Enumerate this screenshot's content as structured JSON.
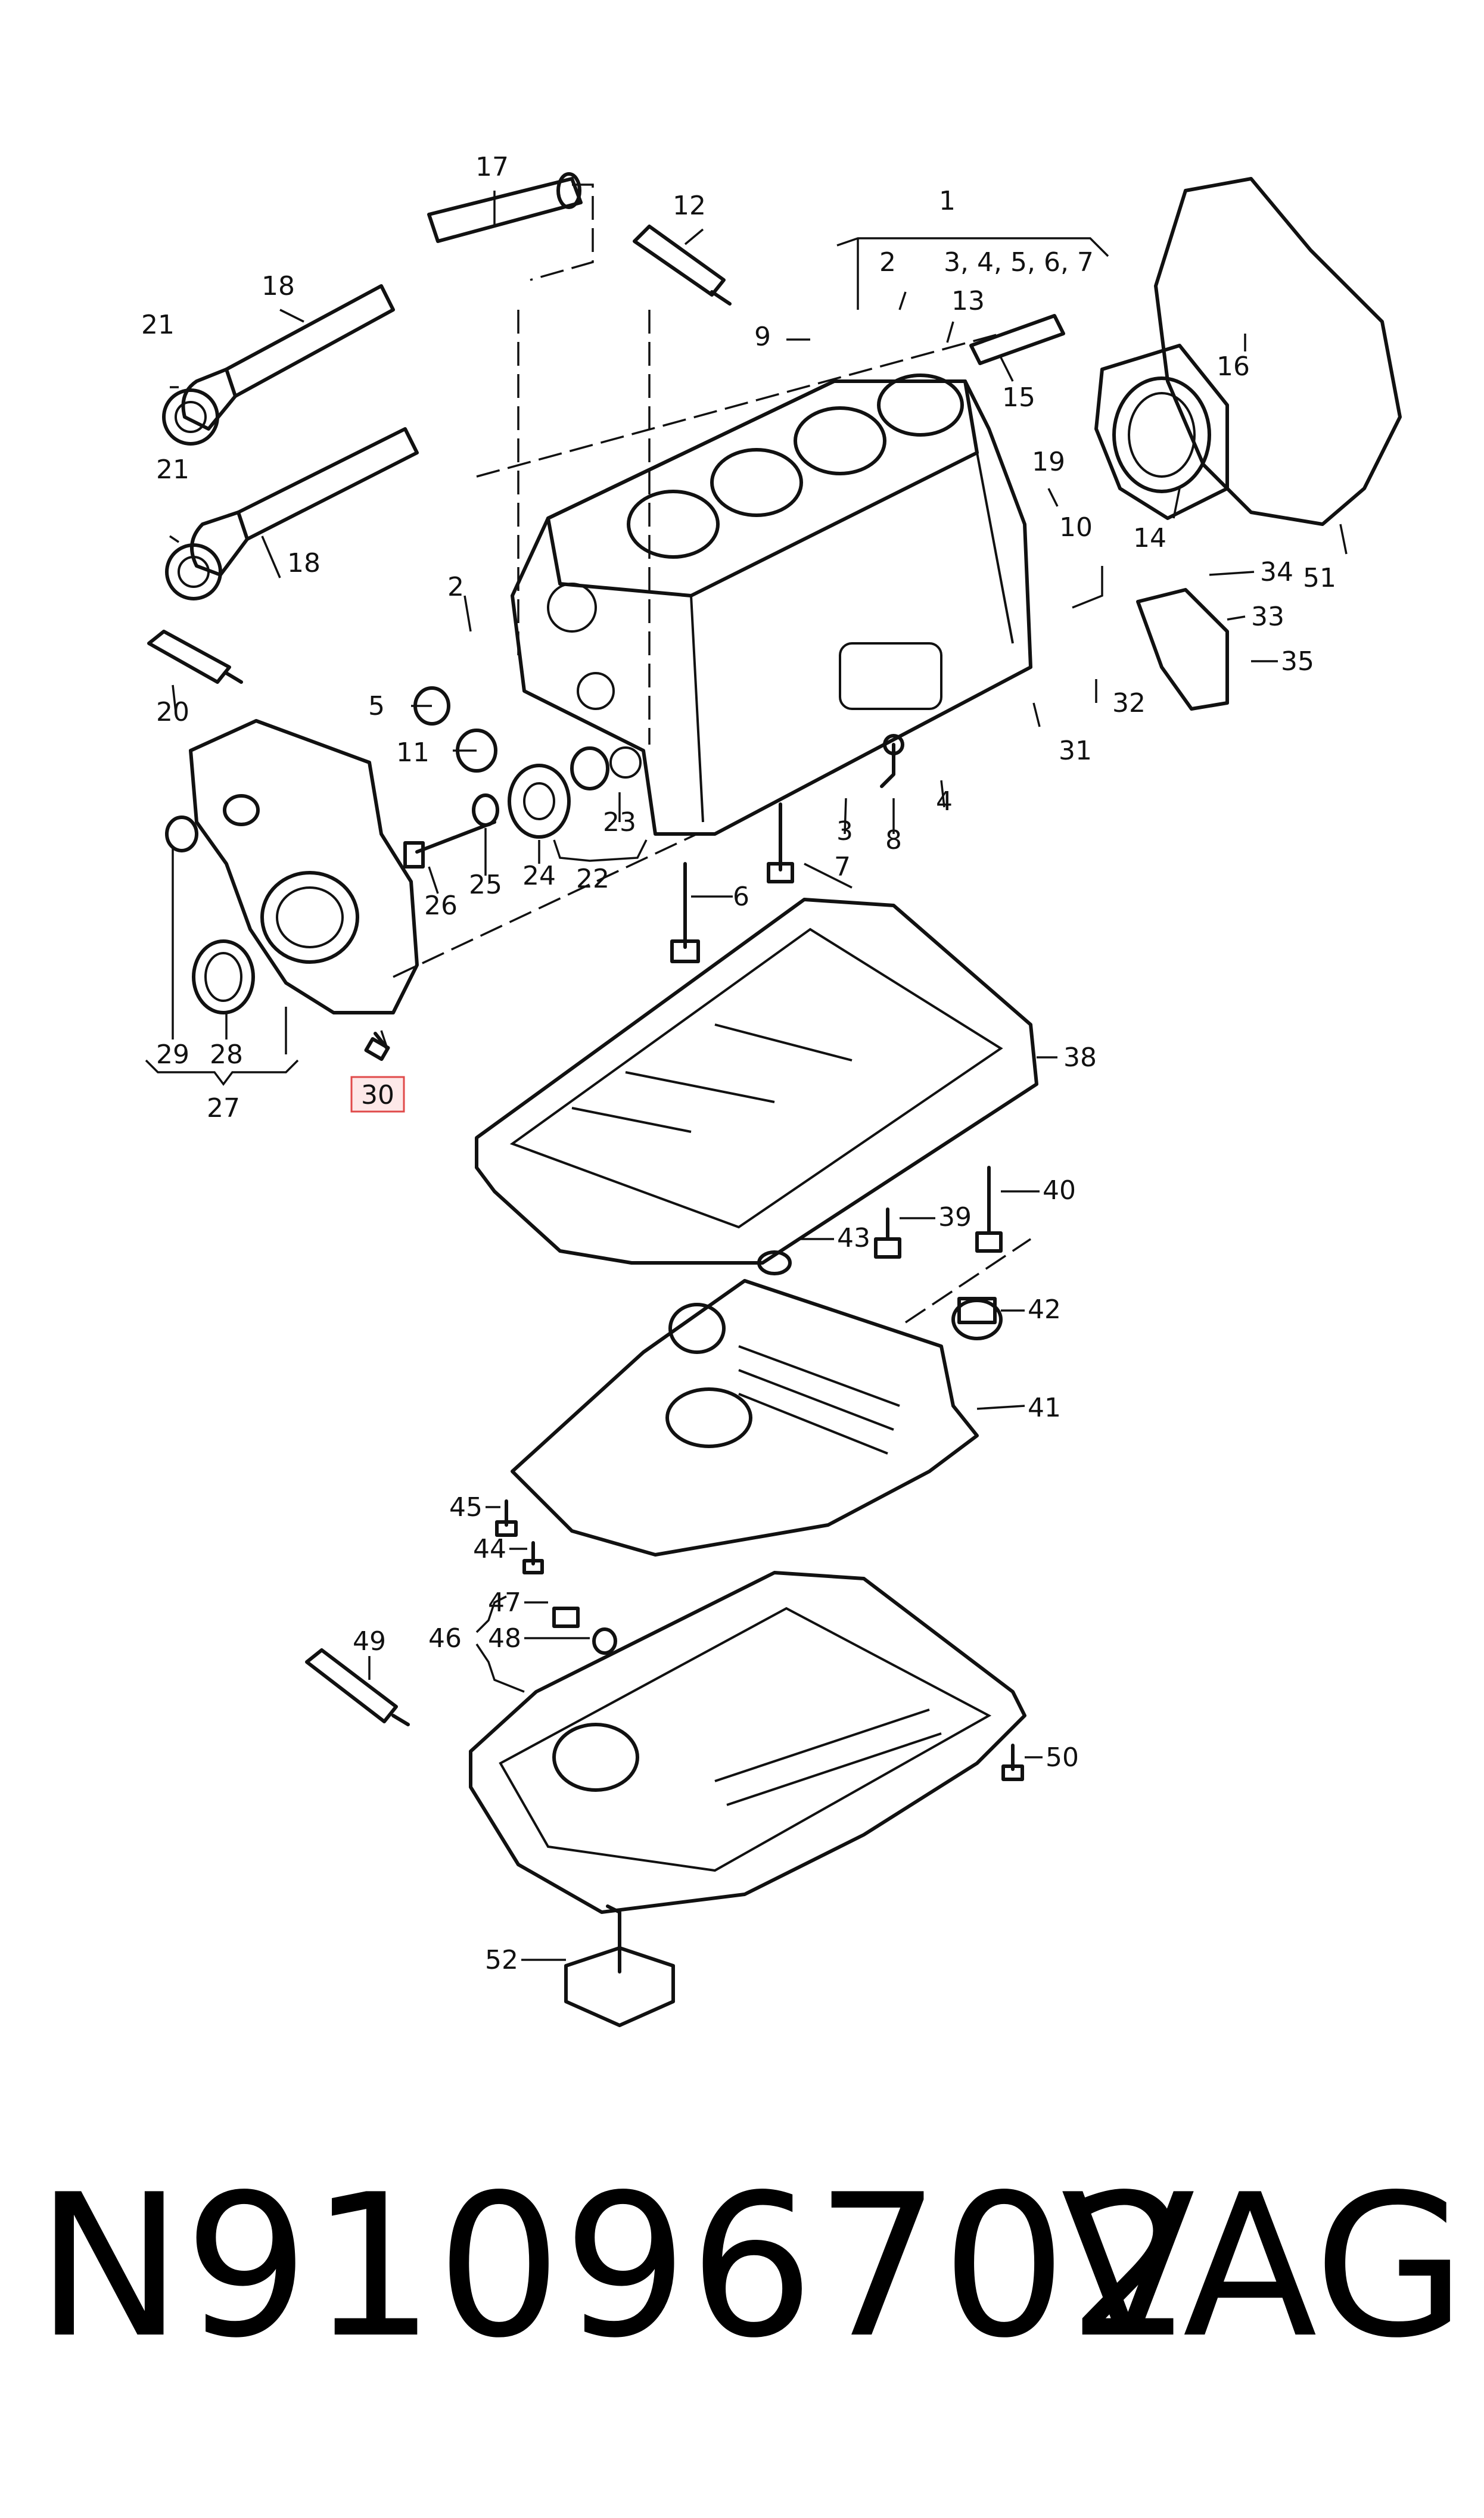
{
  "diagram": {
    "callouts": {
      "c1": "1",
      "c2a": "2",
      "c2b": "2",
      "c3to7": "3, 4, 5, 6, 7",
      "c3": "3",
      "c4": "4",
      "c5": "5",
      "c6": "6",
      "c7": "7",
      "c8": "8",
      "c9": "9",
      "c10": "10",
      "c11": "11",
      "c12": "12",
      "c13": "13",
      "c14": "14",
      "c15": "15",
      "c16": "16",
      "c17": "17",
      "c18a": "18",
      "c18b": "18",
      "c19": "19",
      "c20": "20",
      "c21a": "21",
      "c21b": "21",
      "c22": "22",
      "c23": "23",
      "c24": "24",
      "c25": "25",
      "c26": "26",
      "c27": "27",
      "c28": "28",
      "c29": "29",
      "c30": "30",
      "c31": "31",
      "c32": "32",
      "c33": "33",
      "c34": "34",
      "c35": "35",
      "c38": "38",
      "c39": "39",
      "c40": "40",
      "c41": "41",
      "c42": "42",
      "c43": "43",
      "c44": "44",
      "c45": "45",
      "c46": "46",
      "c47": "47",
      "c48": "48",
      "c49": "49",
      "c50": "50",
      "c51": "51",
      "c52": "52"
    },
    "highlight_color": "#e04a4a"
  },
  "footer": {
    "part_number": "N91096702",
    "brand": "VAG"
  }
}
